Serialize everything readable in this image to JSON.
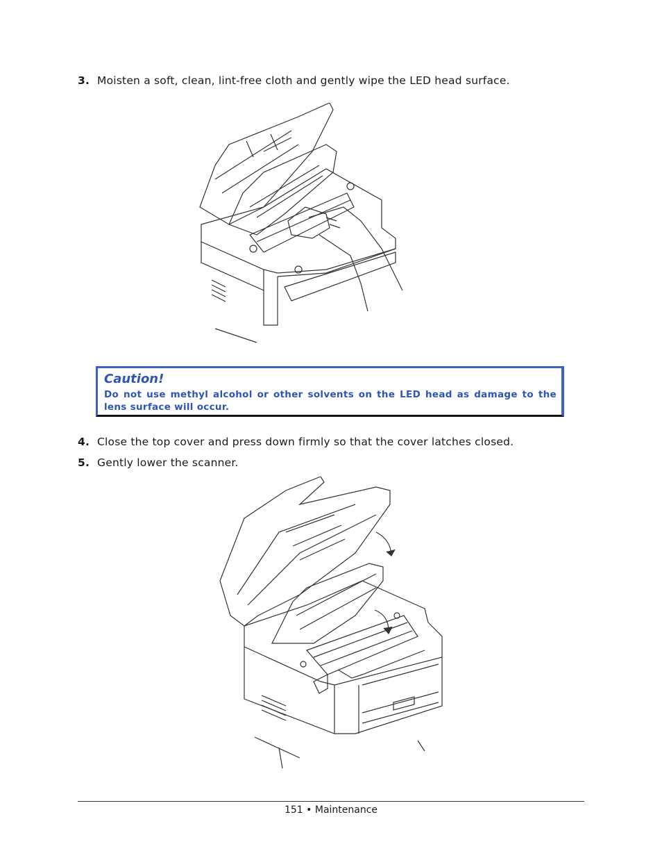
{
  "steps": [
    {
      "number": "3.",
      "text": "Moisten a soft, clean, lint-free cloth and gently wipe the LED head surface."
    },
    {
      "number": "4.",
      "text": "Close the top cover and press down firmly so that the cover latches closed."
    },
    {
      "number": "5.",
      "text": "Gently lower the scanner."
    }
  ],
  "caution": {
    "title": "Caution!",
    "text": "Do not use methyl alcohol or other solvents on the LED head as damage to the lens surface will occur."
  },
  "footer": {
    "page_number": "151",
    "separator": "•",
    "section": "Maintenance"
  },
  "colors": {
    "caution_blue": "#2d55b8",
    "caution_border": "#3b63c4"
  }
}
